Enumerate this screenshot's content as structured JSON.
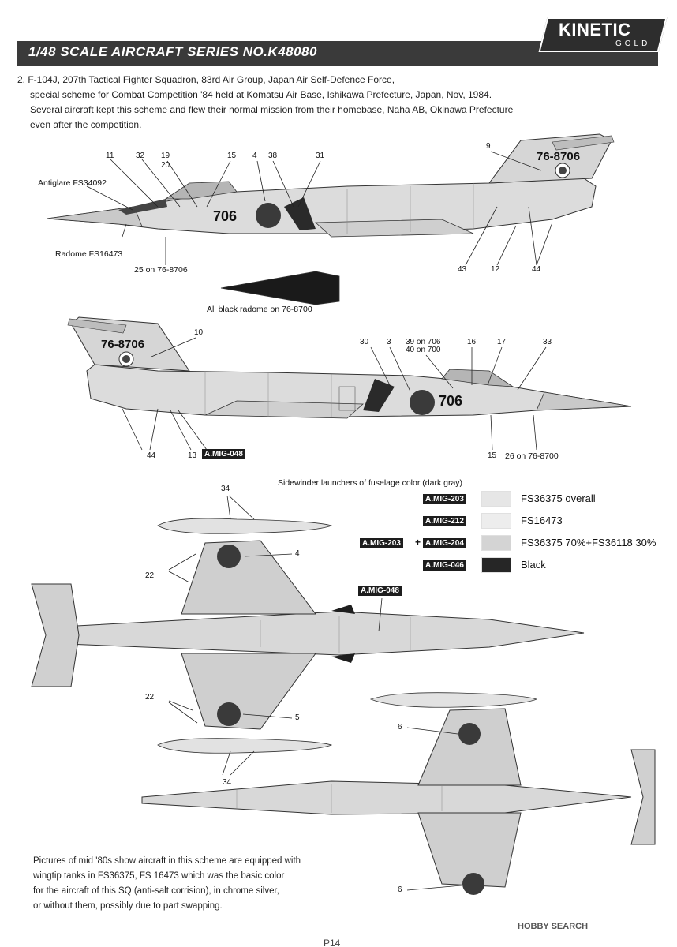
{
  "header": {
    "title": "1/48 SCALE  AIRCRAFT  SERIES NO.K48080",
    "logo_main": "KINETIC",
    "logo_sub": "GOLD"
  },
  "description": [
    "2. F-104J, 207th Tactical Fighter Squadron, 83rd Air Group, Japan Air Self-Defence Force,",
    "special scheme for Combat Competition '84 held at Komatsu Air Base, Ishikawa Prefecture, Japan, Nov, 1984.",
    "Several aircraft kept this scheme and flew their normal mission from their homebase, Naha AB, Okinawa Prefecture",
    "even after the competition."
  ],
  "profile1": {
    "labels": {
      "n11": "11",
      "n32": "32",
      "n19": "19",
      "n20": "20",
      "n15": "15",
      "n4": "4",
      "n38": "38",
      "n31": "31",
      "n9": "9",
      "antiglare": "Antiglare FS34092",
      "radome": "Radome FS16473",
      "n25": "25 on 76-8706",
      "n43": "43",
      "n12": "12",
      "n44": "44",
      "serial": "76-8706",
      "nose_number": "706"
    },
    "radome_note": "All black radome on 76-8700"
  },
  "profile2": {
    "labels": {
      "n10": "10",
      "n30": "30",
      "n3": "3",
      "n39": "39 on 706",
      "n40": "40 on 700",
      "n16": "16",
      "n17": "17",
      "n33": "33",
      "n44": "44",
      "n13": "13",
      "n15": "15",
      "n26": "26 on 76-8700",
      "serial": "76-8706",
      "nose_number": "706",
      "paint_tag": "A.MIG-048"
    }
  },
  "sidewinder_note": "Sidewinder launchers of fuselage color (dark gray)",
  "legend": [
    {
      "tag": "A.MIG-203",
      "text": "FS36375 overall",
      "color": "#e6e6e6"
    },
    {
      "tag": "A.MIG-212",
      "text": "FS16473",
      "color": "#ededed"
    },
    {
      "tag": "A.MIG-203",
      "tag2": "A.MIG-204",
      "text": "FS36375 70%+FS36118 30%",
      "color": "#d4d4d4"
    },
    {
      "tag": "A.MIG-046",
      "text": "Black",
      "color": "#262626"
    }
  ],
  "plan_view": {
    "labels": {
      "n34a": "34",
      "n22a": "22",
      "n4": "4",
      "n22b": "22",
      "n5": "5",
      "n34b": "34",
      "n6a": "6",
      "n6b": "6"
    },
    "paint_tag": "A.MIG-048"
  },
  "note": [
    "Pictures of mid '80s show aircraft in this scheme are equipped with",
    "wingtip tanks in FS36375, FS 16473 which was the basic color",
    "for the aircraft of this SQ (anti-salt corrision), in chrome silver,",
    "or without them, possibly due to part swapping."
  ],
  "watermark": "HOBBY SEARCH",
  "page_number": "P14"
}
